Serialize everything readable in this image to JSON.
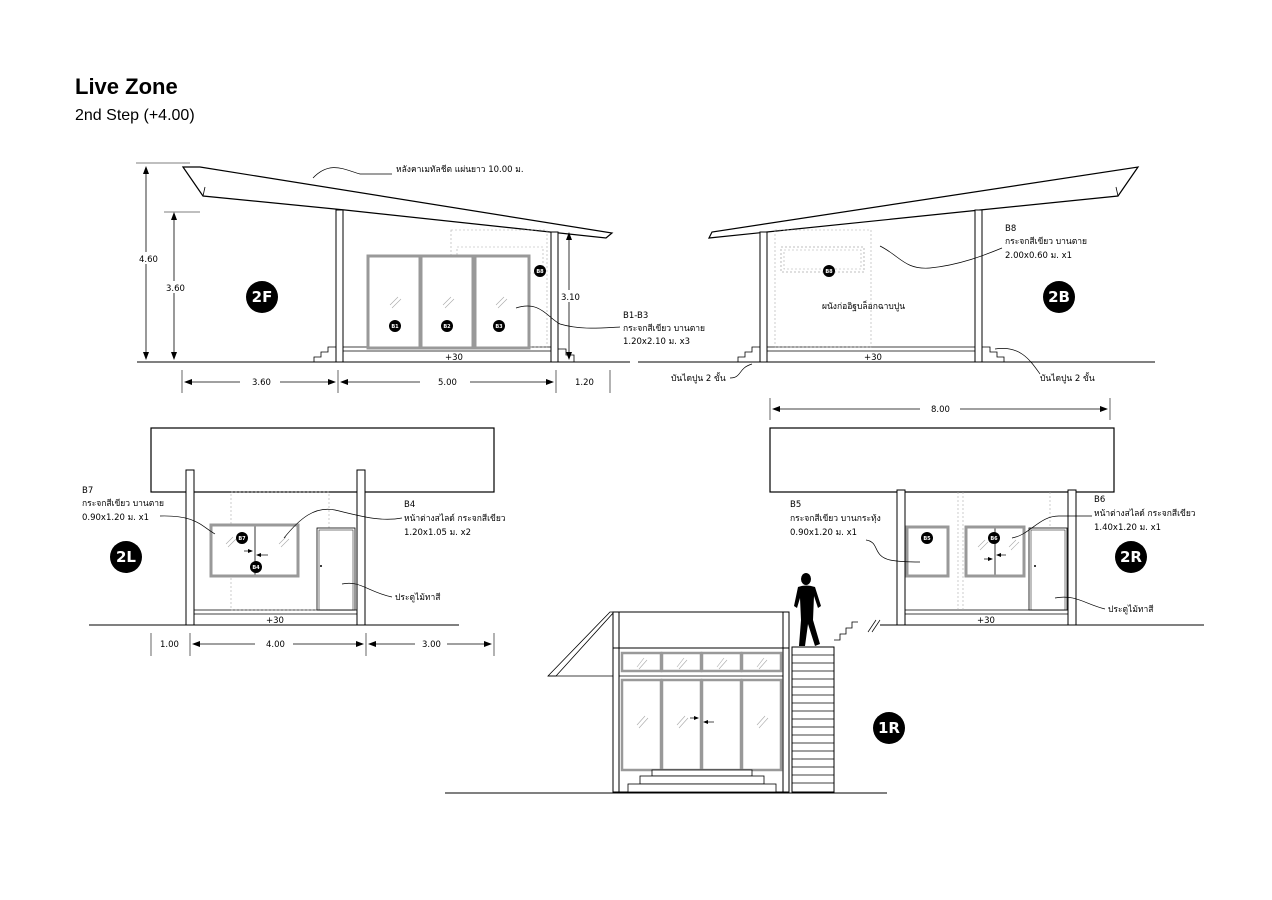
{
  "sheet": {
    "title": "Live Zone",
    "subtitle": "2nd Step (+4.00)"
  },
  "views": {
    "f2": {
      "badge": "2F",
      "roof_note": "หลังคาเมทัลชีต แผ่นยาว 10.00 ม.",
      "height_total": "4.60",
      "height_wall": "3.60",
      "height_window": "3.10",
      "dim_left": "3.60",
      "dim_mid": "5.00",
      "dim_right": "1.20",
      "floor_level": "+30",
      "window_tags": [
        "B1",
        "B2",
        "B3",
        "B8"
      ],
      "callout_code": "B1-B3",
      "callout_desc": "กระจกสีเขียว บานตาย",
      "callout_size": "1.20x2.10 ม. x3"
    },
    "b2": {
      "badge": "2B",
      "callout_code": "B8",
      "callout_desc": "กระจกสีเขียว บานตาย",
      "callout_size": "2.00x0.60 ม. x1",
      "wall_note": "ผนังก่ออิฐบล็อกฉาบปูน",
      "stair_left": "บันไดปูน 2 ขั้น",
      "stair_right": "บันไดปูน 2 ขั้น",
      "floor_level": "+30",
      "dim_width": "8.00",
      "window_tag": "B8"
    },
    "l2": {
      "badge": "2L",
      "callout_b7_code": "B7",
      "callout_b7_desc": "กระจกสีเขียว บานตาย",
      "callout_b7_size": "0.90x1.20 ม. x1",
      "callout_b4_code": "B4",
      "callout_b4_desc": "หน้าต่างสไลด์ กระจกสีเขียว",
      "callout_b4_size": "1.20x1.05 ม. x2",
      "door_note": "ประตูไม้ทาสี",
      "floor_level": "+30",
      "dim_left": "1.00",
      "dim_mid": "4.00",
      "dim_right": "3.00",
      "tag_b7": "B7",
      "tag_b4": "B4"
    },
    "r2": {
      "badge": "2R",
      "callout_b5_code": "B5",
      "callout_b5_desc": "กระจกสีเขียว บานกระทุ้ง",
      "callout_b5_size": "0.90x1.20 ม. x1",
      "callout_b6_code": "B6",
      "callout_b6_desc": "หน้าต่างสไลด์ กระจกสีเขียว",
      "callout_b6_size": "1.40x1.20 ม. x1",
      "door_note": "ประตูไม้ทาสี",
      "floor_level": "+30",
      "tag_b5": "B5",
      "tag_b6": "B6"
    },
    "r1": {
      "badge": "1R"
    }
  },
  "colors": {
    "ink": "#000000",
    "frame": "#999999",
    "hidden": "#aaaaaa"
  }
}
